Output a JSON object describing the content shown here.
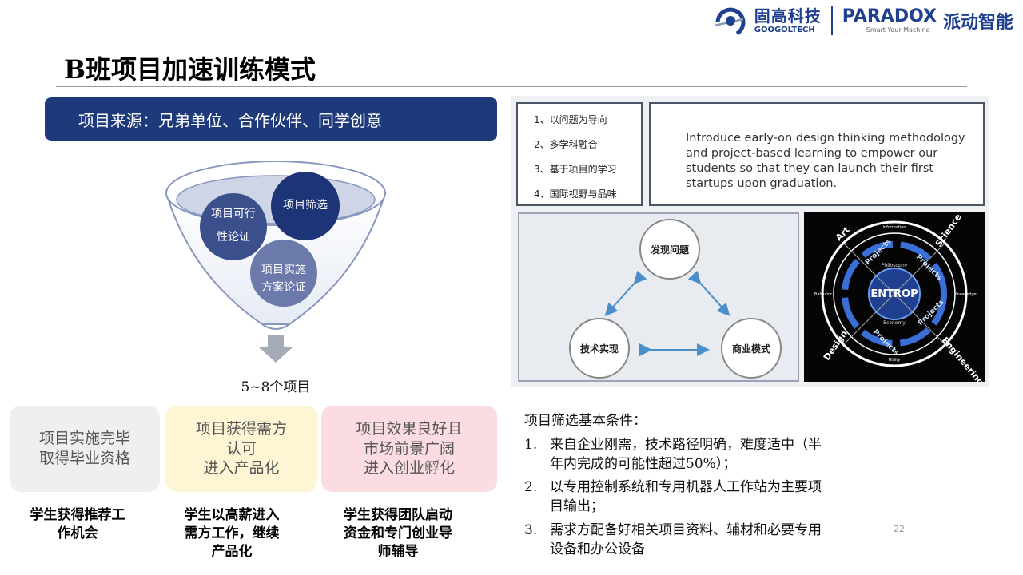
{
  "header": {
    "logo_googol_cn": "固高科技",
    "logo_googol_en": "GOOGOLTECH",
    "logo_paradox_en": "PARADOX",
    "logo_paradox_tagline": "Smart Your Machine",
    "logo_paradox_cn": "派动智能"
  },
  "slide": {
    "title": "B班项目加速训练模式",
    "page_number": "22"
  },
  "source_banner": "项目来源：兄弟单位、合作伙伴、同学创意",
  "funnel": {
    "circle_1_line1": "项目可行",
    "circle_1_line2": "性论证",
    "circle_2": "项目筛选",
    "circle_3_line1": "项目实施",
    "circle_3_line2": "方案论证",
    "output": "5~8个项目"
  },
  "outcomes": [
    {
      "lines": [
        "项目实施完毕",
        "取得毕业资格"
      ],
      "caption_lines": [
        "学生获得推荐工",
        "作机会"
      ]
    },
    {
      "lines": [
        "项目获得需方",
        "认可",
        "进入产品化"
      ],
      "caption_lines": [
        "学生以高薪进入",
        "需方工作，继续",
        "产品化"
      ]
    },
    {
      "lines": [
        "项目效果良好且",
        "市场前景广阔",
        "进入创业孵化"
      ],
      "caption_lines": [
        "学生获得团队启动",
        "资金和专门创业导",
        "师辅导"
      ]
    }
  ],
  "principles": [
    "1、以问题为导向",
    "2、多学科融合",
    "3、基于项目的学习",
    "4、国际视野与品味"
  ],
  "intro_lines": [
    "Introduce early-on design thinking methodology",
    "and project-based learning to empower our",
    "students so that they can launch their first",
    "startups upon graduation."
  ],
  "cycle": {
    "top": "发现问题",
    "left": "技术实现",
    "right": "商业模式"
  },
  "entrop": {
    "center": "ENTROP",
    "outer": [
      "Art",
      "Science",
      "Engineering",
      "Design"
    ],
    "ring": [
      "Information",
      "Knowledge",
      "Utility",
      "Bahavior"
    ],
    "inner": [
      "Philosophy",
      "Economy"
    ],
    "arc_label": "Projects"
  },
  "criteria": {
    "title": "项目筛选基本条件：",
    "items": [
      {
        "num": "1.",
        "lines": [
          "来自企业刚需，技术路径明确，难度适中（半",
          "年内完成的可能性超过50%）；"
        ]
      },
      {
        "num": "2.",
        "lines": [
          "以专用控制系统和专用机器人工作站为主要项",
          "目输出；"
        ]
      },
      {
        "num": "3.",
        "lines": [
          "需求方配备好相关项目资料、辅材和必要专用",
          "设备和办公设备"
        ]
      }
    ]
  }
}
